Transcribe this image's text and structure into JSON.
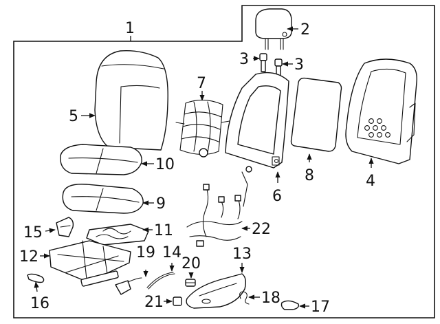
{
  "callouts": {
    "c1": "1",
    "c2": "2",
    "c3a": "3",
    "c3b": "3",
    "c4": "4",
    "c5": "5",
    "c6": "6",
    "c7": "7",
    "c8": "8",
    "c9": "9",
    "c10": "10",
    "c11": "11",
    "c12": "12",
    "c13": "13",
    "c14": "14",
    "c15": "15",
    "c16": "16",
    "c17": "17",
    "c18": "18",
    "c19": "19",
    "c20": "20",
    "c21": "21",
    "c22": "22"
  },
  "colors": {
    "line": "#111111",
    "fill": "#ffffff",
    "shade": "#e6e6e6"
  }
}
